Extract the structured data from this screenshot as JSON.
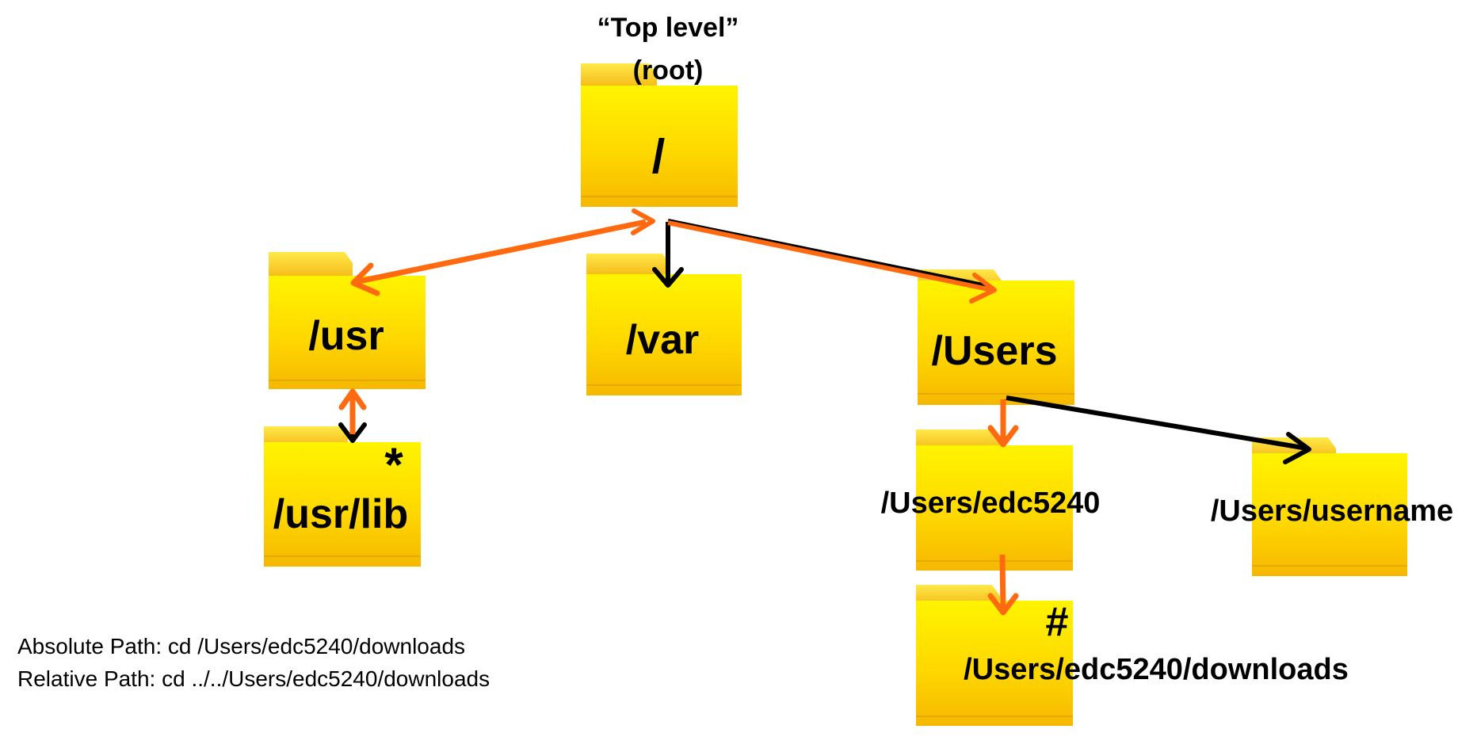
{
  "root_caption": {
    "line1": "“Top level”",
    "line2": "(root)"
  },
  "folders": {
    "root": {
      "label": "/",
      "icon": "folder-icon"
    },
    "usr": {
      "label": "/usr",
      "icon": "folder-icon"
    },
    "var": {
      "label": "/var",
      "icon": "folder-icon"
    },
    "users": {
      "label": "/Users",
      "icon": "folder-icon"
    },
    "usr_lib": {
      "label": "/usr/lib",
      "icon": "folder-icon"
    },
    "edc5240": {
      "label": "/Users/edc5240",
      "icon": "folder-icon"
    },
    "username": {
      "label": "/Users/username",
      "icon": "folder-icon"
    },
    "downloads": {
      "label": "/Users/edc5240/downloads",
      "icon": "folder-icon"
    }
  },
  "markers": {
    "usr_lib": "*",
    "downloads": "#"
  },
  "paths": {
    "absolute": "Absolute Path: cd /Users/edc5240/downloads",
    "relative": "Relative Path: cd ../../Users/edc5240/downloads"
  },
  "colors": {
    "folder_top": "#FFF200",
    "folder_bottom": "#F7C400",
    "folder_edge": "#E8A800",
    "arrow_orange": "#FF6A10",
    "arrow_black": "#000000",
    "text": "#000000",
    "background": "#FFFFFF"
  }
}
